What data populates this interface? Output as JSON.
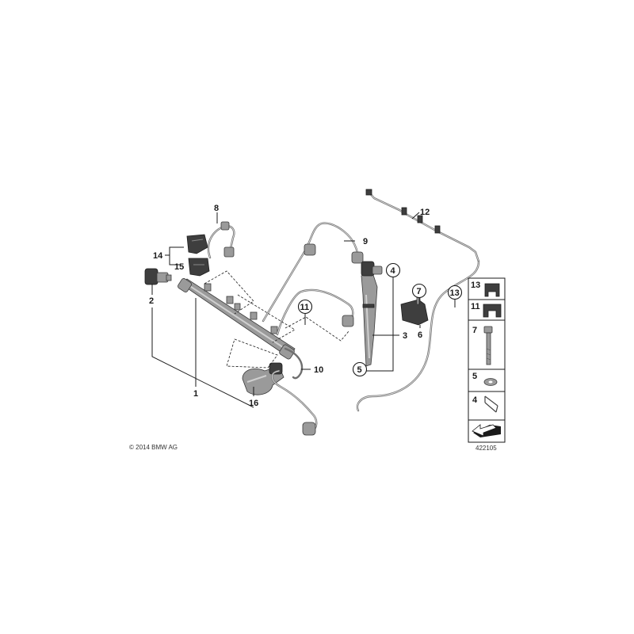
{
  "diagram": {
    "callouts": {
      "c1": "1",
      "c2": "2",
      "c3": "3",
      "c4": "4",
      "c5": "5",
      "c6": "6",
      "c7": "7",
      "c8": "8",
      "c9": "9",
      "c10": "10",
      "c11": "11",
      "c12": "12",
      "c13": "13",
      "c14": "14",
      "c15": "15",
      "c16": "16"
    },
    "legend": {
      "items": [
        "13",
        "11",
        "7",
        "5",
        "4"
      ]
    },
    "copyright": "© 2014 BMW AG",
    "diagram_number": "422105",
    "colors": {
      "line": "#1a1a1a",
      "part": "#6f6f6f",
      "dark_part": "#3e3e3e",
      "background": "#ffffff"
    }
  }
}
